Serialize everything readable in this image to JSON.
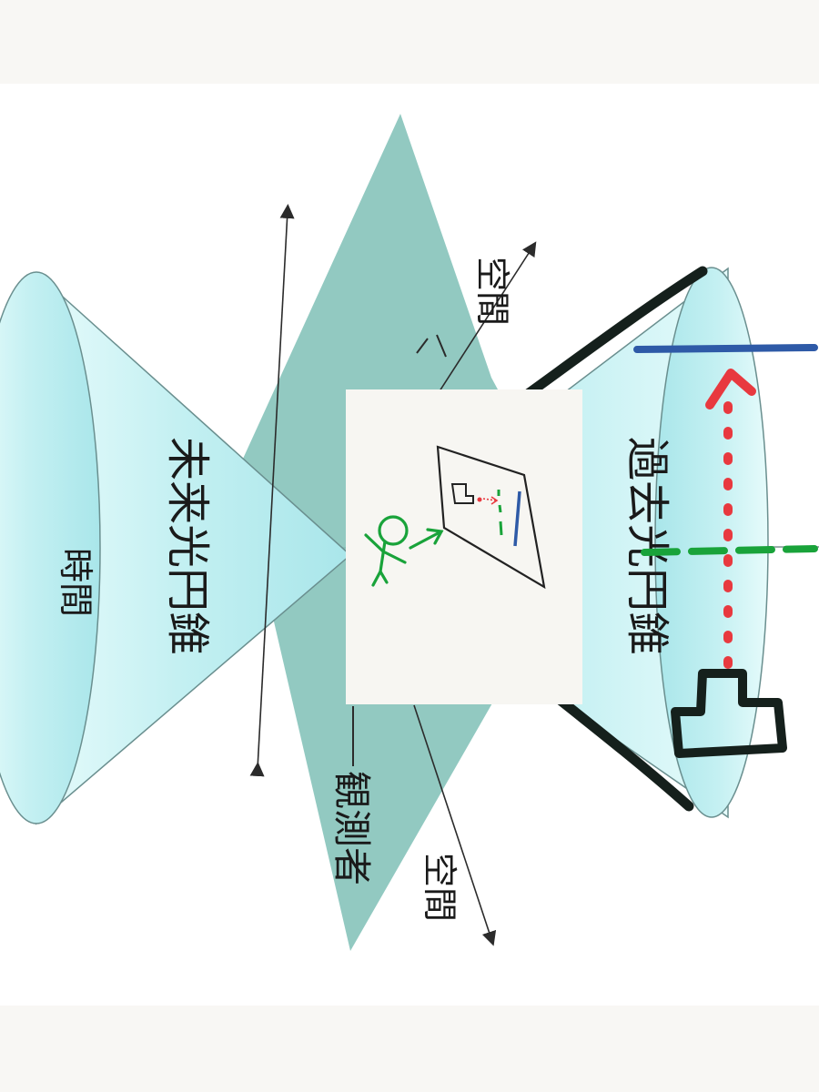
{
  "labels": {
    "time": "時間",
    "future_cone": "未来光円錐",
    "past_cone": "過去光円錐",
    "observer": "観測者",
    "space_left": "空間",
    "space_right": "空間"
  },
  "colors": {
    "background": "#f8f7f4",
    "photo_area": "#ffffff",
    "cone_fill": "#c4f0f2",
    "cone_edge": "#6a8f8f",
    "plane_fill": "#7fbfb6",
    "marker_black": "#15201c",
    "marker_blue": "#2e5aa7",
    "marker_red": "#e8393f",
    "marker_green": "#19a33a",
    "paper": "#f7f6f2",
    "axis": "#2b2b2b"
  },
  "icons": {
    "stick_figure": "stick-figure-icon",
    "screen": "screen-sketch-icon",
    "building": "building-silhouette-icon"
  }
}
